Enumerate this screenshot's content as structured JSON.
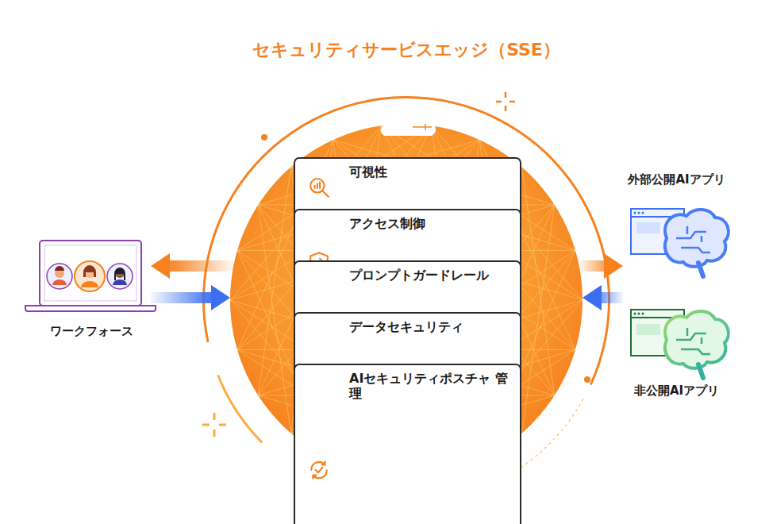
{
  "diagram": {
    "nodes": [
      {
        "text": [
          "セキュリティサービスエッジ（SSE）"
        ]
      },
      {
        "text": [
          "可視性"
        ],
        "in": 0
      },
      {
        "text": [
          "アクセス制御"
        ],
        "in": 0
      },
      {
        "text": [
          "プロンプトガードレール"
        ],
        "in": 0
      },
      {
        "text": [
          "データセキュリティ"
        ],
        "in": 0
      },
      {
        "text": [
          "AIセキュリティポスチャ 管理"
        ],
        "in": 0
      },
      {
        "text": [
          "ワークフォース"
        ]
      },
      {
        "text": [
          "外部公開AIアプリ"
        ]
      },
      {
        "text": [
          "非公開AIアプリ"
        ]
      }
    ],
    "edges": [
      {
        "from": 0,
        "to": 6,
        "arrow": "to"
      },
      {
        "from": 6,
        "to": 0,
        "arrow": "to"
      },
      {
        "from": 0,
        "to": 7,
        "arrow": "to"
      },
      {
        "from": 8,
        "to": 0,
        "arrow": "to"
      }
    ]
  }
}
